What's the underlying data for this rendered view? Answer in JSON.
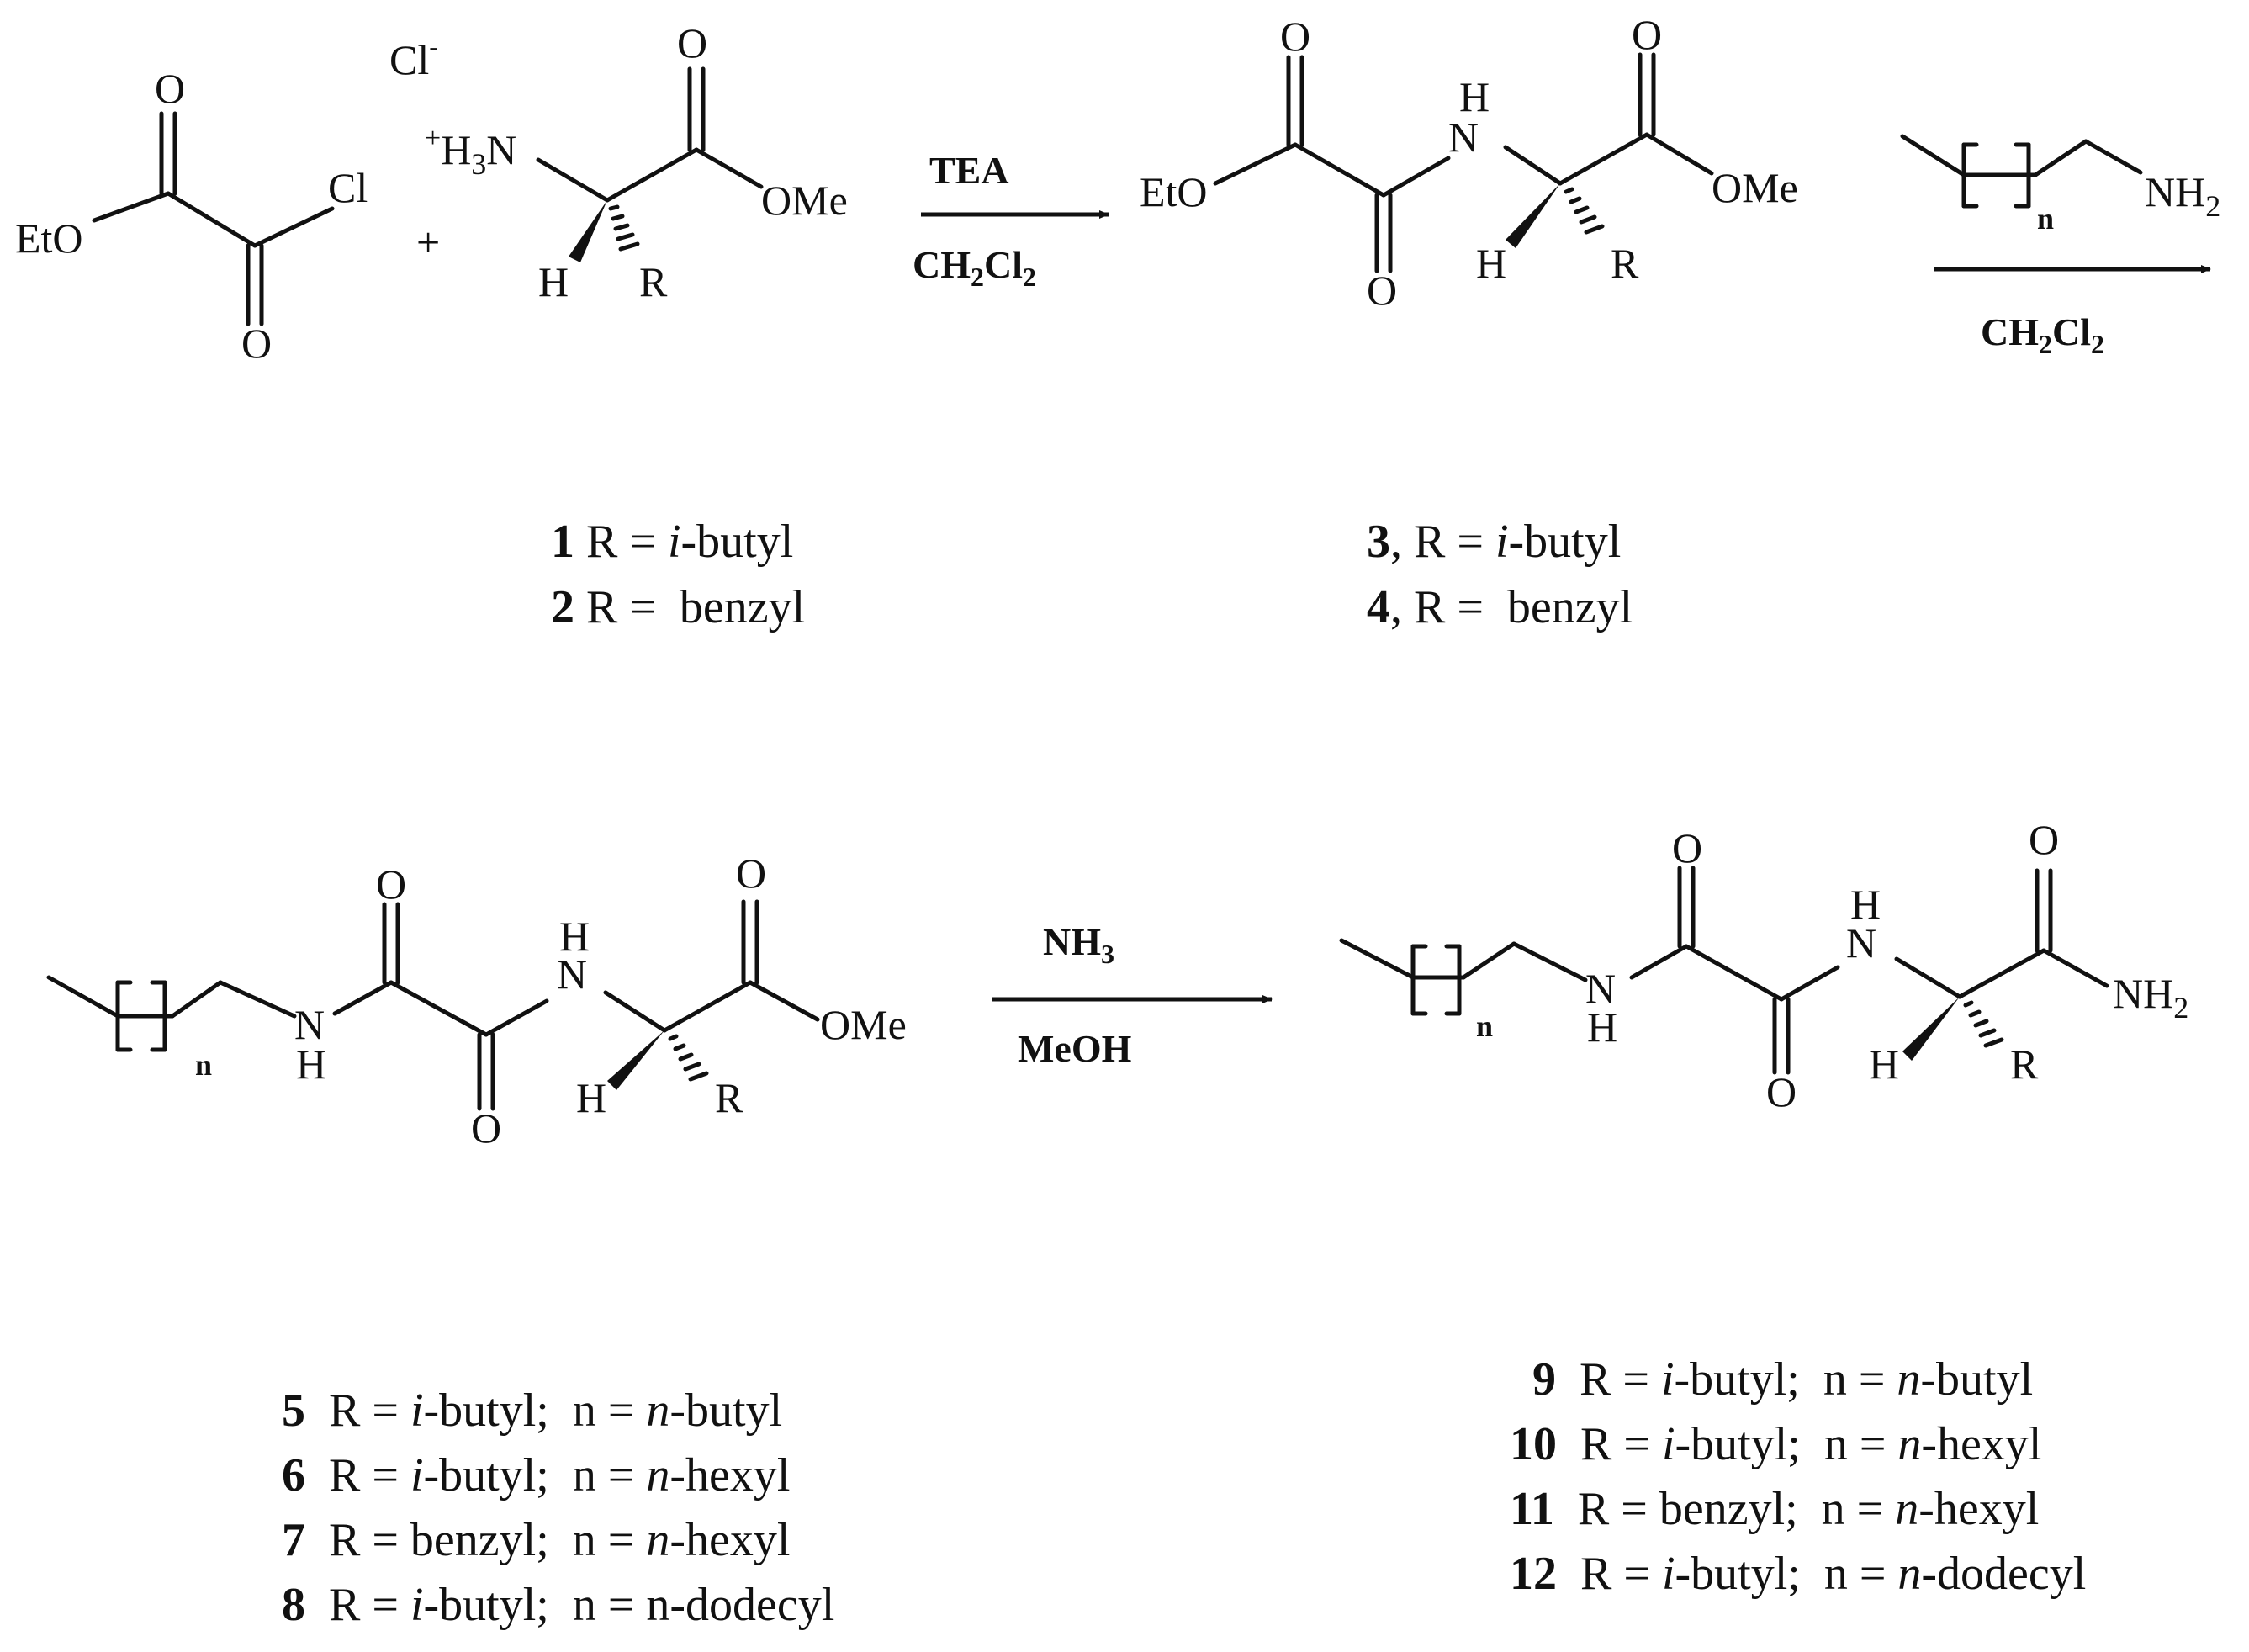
{
  "reactant_oxalyl": {
    "eto": "EtO",
    "o_top": "O",
    "o_bottom": "O",
    "cl": "Cl"
  },
  "plus": "+",
  "reactant_amino": {
    "counterion": "Cl",
    "counterion_charge": "-",
    "plus_sign": "+",
    "h3n": "H",
    "h3n_sub": "3",
    "h3n_n": "N",
    "o_top": "O",
    "ome": "OMe",
    "h": "H",
    "r": "R"
  },
  "step1": {
    "reagent_top": "TEA",
    "solvent": [
      "CH",
      "2",
      "Cl",
      "2"
    ]
  },
  "intermediate_ester": {
    "eto": "EtO",
    "o_top_left": "O",
    "o_bottom": "O",
    "nh_h": "H",
    "nh_n": "N",
    "o_top_right": "O",
    "ome": "OMe",
    "h": "H",
    "r": "R"
  },
  "step2": {
    "amine_n": "n",
    "amine_nh": "NH",
    "amine_sub": "2",
    "solvent": [
      "CH",
      "2",
      "Cl",
      "2"
    ]
  },
  "labels_row1_left": [
    {
      "num": "1",
      "pre": " R = ",
      "ital": "i",
      "post": "-butyl"
    },
    {
      "num": "2",
      "pre": " R =  benzyl",
      "ital": "",
      "post": ""
    }
  ],
  "labels_row1_right": [
    {
      "num": "3",
      "pre": ", R = ",
      "ital": "i",
      "post": "-butyl"
    },
    {
      "num": "4",
      "pre": ", R =  benzyl",
      "ital": "",
      "post": ""
    }
  ],
  "intermediate_amide": {
    "n_sub": "n",
    "nh1_n": "N",
    "nh1_h": "H",
    "o_top": "O",
    "o_bottom": "O",
    "nh2_h": "H",
    "nh2_n": "N",
    "o_top_right": "O",
    "ome": "OMe",
    "h": "H",
    "r": "R"
  },
  "step3": {
    "reagent_top": [
      "NH",
      "3"
    ],
    "solvent": "MeOH"
  },
  "product": {
    "n_sub": "n",
    "nh1_n": "N",
    "nh1_h": "H",
    "o_top": "O",
    "o_bottom": "O",
    "nh2_h": "H",
    "nh2_n": "N",
    "o_top_right": "O",
    "nh2_end": "NH",
    "nh2_end_sub": "2",
    "h": "H",
    "r": "R"
  },
  "labels_row2_left": [
    {
      "num": "5",
      "pre": "  R = ",
      "ital": "i",
      "mid": "-butyl;  n = ",
      "ital2": "n",
      "post": "-butyl"
    },
    {
      "num": "6",
      "pre": "  R = ",
      "ital": "i",
      "mid": "-butyl;  n = ",
      "ital2": "n",
      "post": "-hexyl"
    },
    {
      "num": "7",
      "pre": "  R = benzyl;  n = ",
      "ital": "",
      "mid": "",
      "ital2": "n",
      "post": "-hexyl"
    },
    {
      "num": "8",
      "pre": "  R = ",
      "ital": "i",
      "mid": "-butyl;  n = n-dodecyl",
      "ital2": "",
      "post": ""
    }
  ],
  "labels_row2_right": [
    {
      "num": "9",
      "pre": "  R = ",
      "ital": "i",
      "mid": "-butyl;  n = ",
      "ital2": "n",
      "post": "-butyl"
    },
    {
      "num": "10",
      "pre": "  R = ",
      "ital": "i",
      "mid": "-butyl;  n = ",
      "ital2": "n",
      "post": "-hexyl"
    },
    {
      "num": "11",
      "pre": "  R = benzyl;  n = ",
      "ital": "",
      "mid": "",
      "ital2": "n",
      "post": "-hexyl"
    },
    {
      "num": "12",
      "pre": "  R = ",
      "ital": "i",
      "mid": "-butyl;  n = ",
      "ital2": "n",
      "post": "-dodecyl"
    }
  ]
}
